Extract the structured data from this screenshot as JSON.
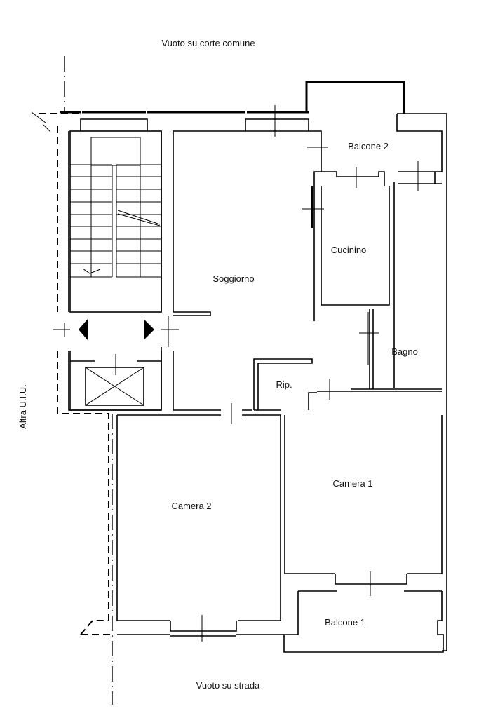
{
  "plan": {
    "top_label": "Vuoto su corte comune",
    "bottom_label": "Vuoto su strada",
    "side_label": "Altra U.I.U.",
    "rooms": {
      "balcone2": "Balcone 2",
      "cucinino": "Cucinino",
      "soggiorno": "Soggiorno",
      "bagno": "Bagno",
      "ripostiglio": "Rip.",
      "camera1": "Camera 1",
      "camera2": "Camera 2",
      "balcone1": "Balcone 1"
    }
  }
}
